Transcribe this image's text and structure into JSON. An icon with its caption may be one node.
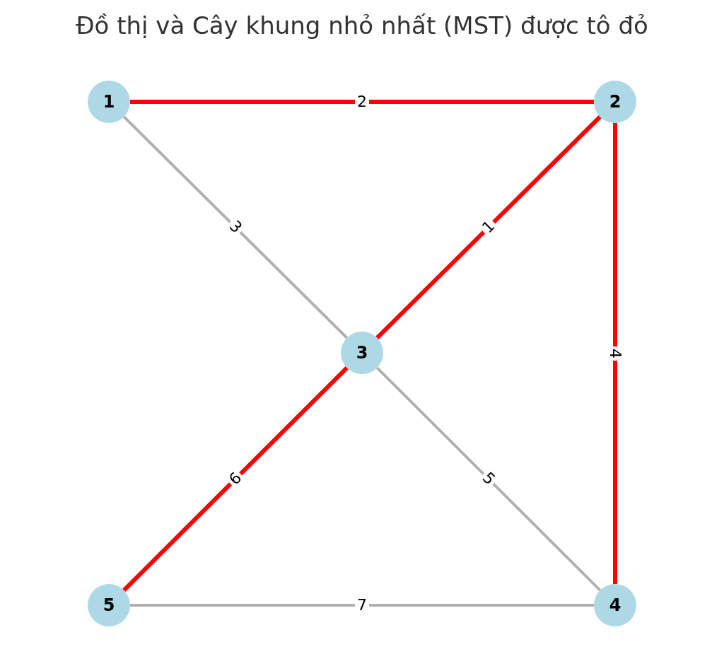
{
  "diagram": {
    "title": "Đồ thị và Cây khung nhỏ nhất (MST) được tô đỏ",
    "nodes": [
      {
        "text": [
          "1"
        ]
      },
      {
        "text": [
          "2"
        ]
      },
      {
        "text": [
          "3"
        ]
      },
      {
        "text": [
          "4"
        ]
      },
      {
        "text": [
          "5"
        ]
      }
    ],
    "edges": [
      {
        "from": 0,
        "to": 1,
        "arrow": "none",
        "label": "2"
      },
      {
        "from": 0,
        "to": 2,
        "arrow": "none",
        "label": "3",
        "color": "#b0b0b0"
      },
      {
        "from": 1,
        "to": 2,
        "arrow": "none",
        "label": "1"
      },
      {
        "from": 1,
        "to": 3,
        "arrow": "none",
        "label": "4"
      },
      {
        "from": 2,
        "to": 3,
        "arrow": "none",
        "label": "5",
        "color": "#b0b0b0"
      },
      {
        "from": 2,
        "to": 4,
        "arrow": "none",
        "label": "6"
      },
      {
        "from": 4,
        "to": 3,
        "arrow": "none",
        "label": "7",
        "color": "#b0b0b0"
      }
    ]
  }
}
